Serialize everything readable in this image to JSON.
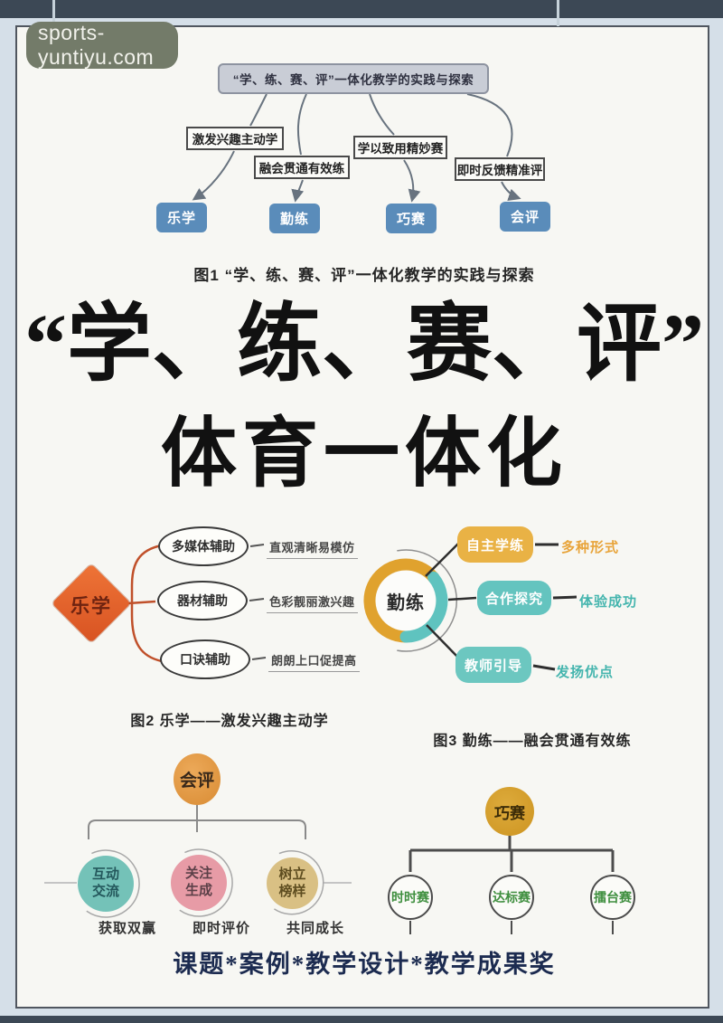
{
  "watermark": {
    "text": "sports-yuntiyu.com"
  },
  "figure1": {
    "title": "“学、练、赛、评”一体化教学的实践与探索",
    "branches": [
      "激发兴趣主动学",
      "融会贯通有效练",
      "学以致用精妙赛",
      "即时反馈精准评"
    ],
    "nodes": [
      "乐学",
      "勤练",
      "巧赛",
      "会评"
    ],
    "caption": "图1  “学、练、赛、评”一体化教学的实践与探索"
  },
  "main_title": {
    "line1": "“学、练、赛、评”",
    "line2": "体育一体化"
  },
  "figure2": {
    "center": "乐学",
    "branches": [
      {
        "node": "多媒体辅助",
        "label": "直观清晰易模仿"
      },
      {
        "node": "器材辅助",
        "label": "色彩靓丽激兴趣"
      },
      {
        "node": "口诀辅助",
        "label": "朗朗上口促提高"
      }
    ],
    "caption": "图2  乐学——激发兴趣主动学"
  },
  "figure3": {
    "center": "勤练",
    "branches": [
      {
        "node": "自主学练",
        "label": "多种形式"
      },
      {
        "node": "合作探究",
        "label": "体验成功"
      },
      {
        "node": "教师引导",
        "label": "发扬优点"
      }
    ],
    "caption": "图3  勤练——融会贯通有效练"
  },
  "figure4": {
    "center": "会评",
    "branches": [
      {
        "node": "互动交流",
        "label": "获取双赢"
      },
      {
        "node": "关注生成",
        "label": "即时评价"
      },
      {
        "node": "树立榜样",
        "label": "共同成长"
      }
    ]
  },
  "figure5": {
    "center": "巧赛",
    "nodes": [
      "时时赛",
      "达标赛",
      "擂台赛"
    ]
  },
  "footer": {
    "text": "课题*案例*教学设计*教学成果奖"
  },
  "colors": {
    "top_bar": "#3c4855",
    "page_bg": "#f7f7f3",
    "flow_node_blue": "#5a8cba",
    "diamond_orange": "#e4622f",
    "ring_gold": "#e0a22e",
    "ring_teal": "#5fc3bf",
    "box_gold": "#e9b245",
    "box_teal": "#64c4bf",
    "huiping_orange": "#d98c34",
    "circle_teal": "#74c2b8",
    "circle_pink": "#e79ba6",
    "circle_tan": "#d9c084",
    "qiaosai_gold": "#cd9420",
    "contest_green": "#3f8f3f",
    "footer_navy": "#1c2b50"
  }
}
